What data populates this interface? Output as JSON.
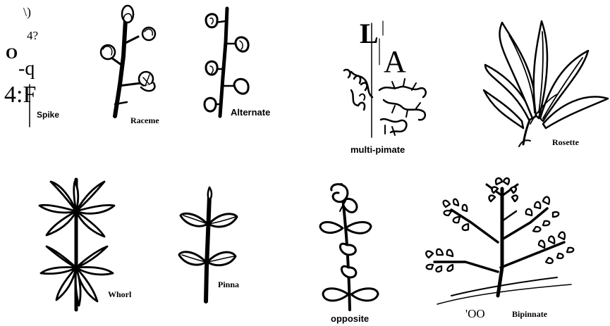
{
  "panels": [
    {
      "id": "spike",
      "label": "Spike"
    },
    {
      "id": "raceme",
      "label": "Raceme"
    },
    {
      "id": "alternate",
      "label": "Alternate"
    },
    {
      "id": "multi-pinnate",
      "label": "multi-pimate"
    },
    {
      "id": "rosette",
      "label": "Rosette"
    },
    {
      "id": "whorl",
      "label": "Whorl"
    },
    {
      "id": "pinna",
      "label": "Pinna"
    },
    {
      "id": "opposite",
      "label": "opposite"
    },
    {
      "id": "bipinnate",
      "label": "Bipinnate"
    }
  ],
  "ocr_fragments": {
    "f1": "\\)",
    "f2": "4?",
    "f3": "O",
    "f4": "-q",
    "f5": "4:F",
    "f6": "L",
    "f7": "A",
    "f8": "'OO"
  },
  "colors": {
    "ink": "#000000",
    "paper": "#ffffff"
  }
}
